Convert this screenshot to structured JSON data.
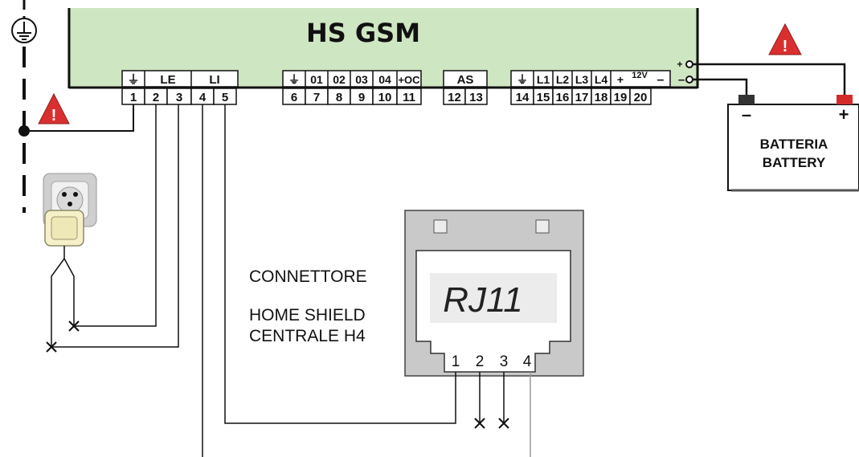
{
  "device": {
    "title": "HS GSM",
    "group_labels": {
      "ground": "⏚",
      "le": "LE",
      "li": "LI",
      "ctrl_ground": "⏚",
      "o1": "01",
      "o2": "02",
      "o3": "03",
      "o4": "04",
      "oc": "+OC",
      "as": "AS",
      "in_ground": "⏚",
      "l1": "L1",
      "l2": "L2",
      "l3": "L3",
      "l4": "L4",
      "v12_plus": "+",
      "v12_value": "12V",
      "v12_minus": "–"
    },
    "terminals": [
      "1",
      "2",
      "3",
      "4",
      "5",
      "6",
      "7",
      "8",
      "9",
      "10",
      "11",
      "12",
      "13",
      "14",
      "15",
      "16",
      "17",
      "18",
      "19",
      "20"
    ],
    "power_plus": "+",
    "power_minus": "–"
  },
  "battery": {
    "minus": "–",
    "plus": "+",
    "label_it": "BATTERIA",
    "label_en": "BATTERY"
  },
  "connector": {
    "label_line1": "CONNETTORE",
    "label_line2": "HOME SHIELD",
    "label_line3": "CENTRALE H4",
    "model": "RJ11",
    "pins": [
      "1",
      "2",
      "3",
      "4"
    ]
  },
  "warnings": {
    "symbol": "!"
  },
  "colors": {
    "module_fill": "#cfe6c2",
    "warning_red": "#d9302f",
    "battery_red": "#d42a2a",
    "battery_black": "#333333",
    "connector_gray": "#c9c9c9",
    "wire": "#111111"
  }
}
